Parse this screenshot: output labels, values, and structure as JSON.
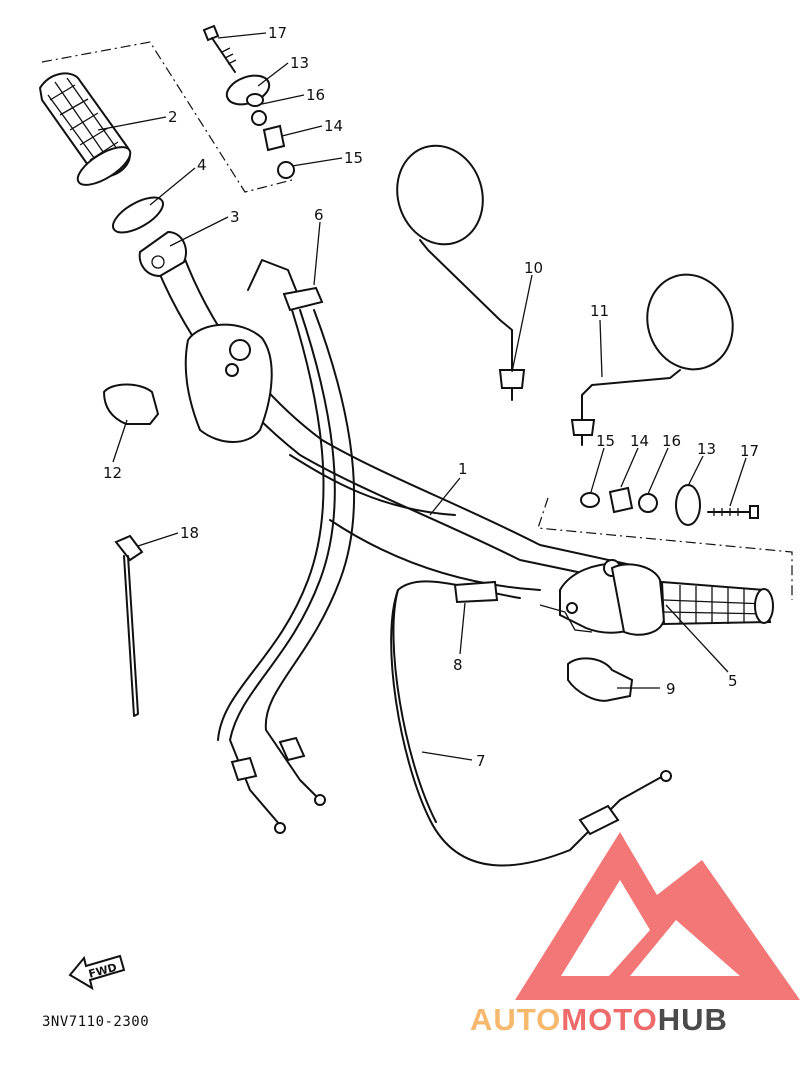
{
  "diagram": {
    "part_code": "3NV7110-2300",
    "direction_label": "FWD",
    "callouts": [
      {
        "id": "c1",
        "label": "1"
      },
      {
        "id": "c2",
        "label": "2"
      },
      {
        "id": "c3",
        "label": "3"
      },
      {
        "id": "c4",
        "label": "4"
      },
      {
        "id": "c5",
        "label": "5"
      },
      {
        "id": "c6",
        "label": "6"
      },
      {
        "id": "c7",
        "label": "7"
      },
      {
        "id": "c8",
        "label": "8"
      },
      {
        "id": "c9",
        "label": "9"
      },
      {
        "id": "c10",
        "label": "10"
      },
      {
        "id": "c11",
        "label": "11"
      },
      {
        "id": "c12",
        "label": "12"
      },
      {
        "id": "c13a",
        "label": "13"
      },
      {
        "id": "c14a",
        "label": "14"
      },
      {
        "id": "c15a",
        "label": "15"
      },
      {
        "id": "c16a",
        "label": "16"
      },
      {
        "id": "c17a",
        "label": "17"
      },
      {
        "id": "c13b",
        "label": "13"
      },
      {
        "id": "c14b",
        "label": "14"
      },
      {
        "id": "c15b",
        "label": "15"
      },
      {
        "id": "c16b",
        "label": "16"
      },
      {
        "id": "c17b",
        "label": "17"
      },
      {
        "id": "c18",
        "label": "18"
      }
    ]
  },
  "watermark": {
    "part1": "AUTO",
    "part2": "MOTO",
    "part3": "HUB",
    "colors": {
      "logo": "#f26b6b",
      "auto": "#f5b86c",
      "moto": "#ef6a6a",
      "hub": "#4a4a4a"
    }
  }
}
